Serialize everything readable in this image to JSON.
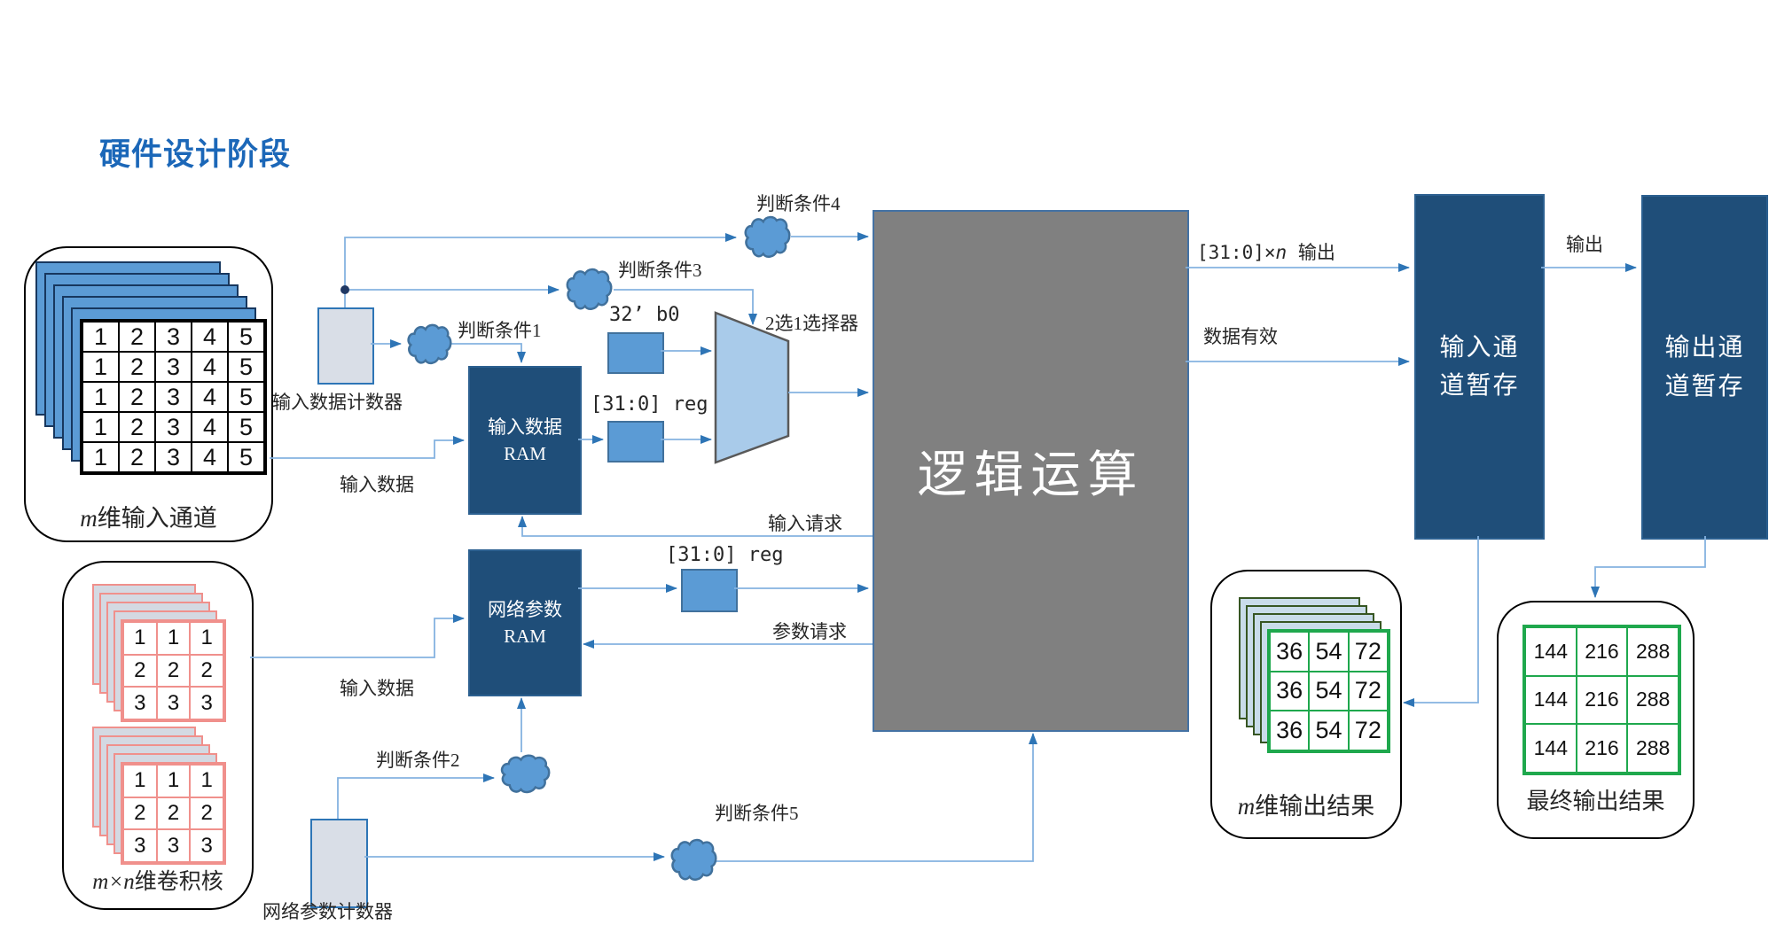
{
  "title": "硬件设计阶段",
  "input_channel": {
    "matrix": [
      [
        1,
        2,
        3,
        4,
        5
      ],
      [
        1,
        2,
        3,
        4,
        5
      ],
      [
        1,
        2,
        3,
        4,
        5
      ],
      [
        1,
        2,
        3,
        4,
        5
      ],
      [
        1,
        2,
        3,
        4,
        5
      ]
    ],
    "label_prefix": "m",
    "label_suffix": "维输入通道"
  },
  "kernel": {
    "matrix": [
      [
        1,
        1,
        1
      ],
      [
        2,
        2,
        2
      ],
      [
        3,
        3,
        3
      ]
    ],
    "label_prefix": "m×n",
    "label_suffix": "维卷积核"
  },
  "counters": {
    "input_data": "输入数据计数器",
    "network_param": "网络参数计数器"
  },
  "rams": {
    "input_line1": "输入数据",
    "input_line2": "RAM",
    "param_line1": "网络参数",
    "param_line2": "RAM"
  },
  "logic_block": {
    "label": "逻辑运算"
  },
  "buffers": {
    "input_line1": "输入通",
    "input_line2": "道暂存",
    "output_line1": "输出通",
    "output_line2": "道暂存"
  },
  "conditions": [
    "判断条件1",
    "判断条件2",
    "判断条件3",
    "判断条件4",
    "判断条件5"
  ],
  "mux": {
    "label": "2选1选择器"
  },
  "registers": {
    "const_zero": "32’ b0",
    "reg_label": "[31:0] reg"
  },
  "signals": {
    "input_data_upper": "输入数据",
    "input_data_lower": "输入数据",
    "input_request": "输入请求",
    "param_request": "参数请求",
    "output_bus_pre": "[31:0]×",
    "output_bus_n": "n",
    "output_bus_post": " 输出",
    "data_valid": "数据有效",
    "output": "输出"
  },
  "output_channel": {
    "matrix": [
      [
        36,
        54,
        72
      ],
      [
        36,
        54,
        72
      ],
      [
        36,
        54,
        72
      ]
    ],
    "label_prefix": "m",
    "label_suffix": "维输出结果"
  },
  "final_output": {
    "matrix": [
      [
        144,
        216,
        288
      ],
      [
        144,
        216,
        288
      ],
      [
        144,
        216,
        288
      ]
    ],
    "label": "最终输出结果"
  },
  "colors": {
    "title_blue": "#1B67B8",
    "dark_block": "#1F4E79",
    "gray_block": "#808080",
    "accent_blue": "#5B9BD5",
    "line_blue": "#85B3E0",
    "arrow_blue": "#2E75B6",
    "green_grid": "#1FA84D",
    "salmon_grid": "#F0908C",
    "counter_fill": "#D9DEE7"
  }
}
